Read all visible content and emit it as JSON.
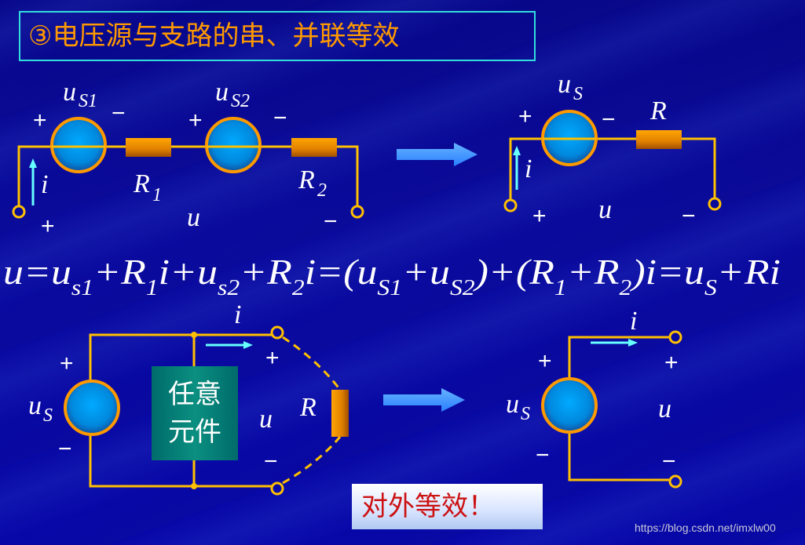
{
  "title": "③电压源与支路的串、并联等效",
  "top_left": {
    "us1": "u",
    "us1_sub": "S1",
    "us2": "u",
    "us2_sub": "S2",
    "r1": "R",
    "r1_sub": "1",
    "r2": "R",
    "r2_sub": "2",
    "i": "i",
    "u": "u",
    "plus": "+",
    "minus": "−"
  },
  "top_right": {
    "us": "u",
    "us_sub": "S",
    "r": "R",
    "i": "i",
    "u": "u",
    "plus": "+",
    "minus": "−"
  },
  "equation": [
    {
      "t": "u"
    },
    {
      "t": "="
    },
    {
      "t": "u"
    },
    {
      "s": "s1"
    },
    {
      "t": "+"
    },
    {
      "t": "R"
    },
    {
      "s": "1"
    },
    {
      "t": "i+"
    },
    {
      "t": "u"
    },
    {
      "s": "s2"
    },
    {
      "t": "+"
    },
    {
      "t": "R"
    },
    {
      "s": "2"
    },
    {
      "t": "i=("
    },
    {
      "t": "u"
    },
    {
      "s": "S1"
    },
    {
      "t": "+"
    },
    {
      "t": "u"
    },
    {
      "s": "S2"
    },
    {
      "t": ")+("
    },
    {
      "t": "R"
    },
    {
      "s": "1"
    },
    {
      "t": "+"
    },
    {
      "t": "R"
    },
    {
      "s": "2"
    },
    {
      "t": ")i="
    },
    {
      "t": "u"
    },
    {
      "s": "S"
    },
    {
      "t": "+"
    },
    {
      "t": "Ri"
    }
  ],
  "bottom_left": {
    "us": "u",
    "us_sub": "S",
    "any_element_line1": "任意",
    "any_element_line2": "元件",
    "i": "i",
    "u": "u",
    "r": "R",
    "plus": "+",
    "minus": "−"
  },
  "bottom_right": {
    "us": "u",
    "us_sub": "S",
    "i": "i",
    "u": "u",
    "plus": "+",
    "minus": "−"
  },
  "equivalent_label": "对外等效！",
  "watermark": "https://blog.csdn.net/imxlw00"
}
